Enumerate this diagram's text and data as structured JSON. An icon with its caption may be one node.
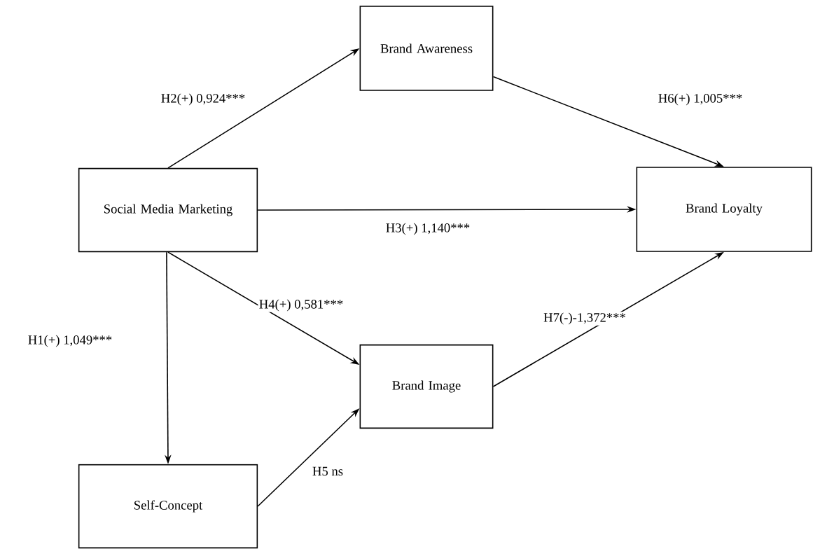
{
  "diagram": {
    "nodes": [
      {
        "text": [
          "Brand Awareness"
        ]
      },
      {
        "text": [
          "Social Media Marketing"
        ]
      },
      {
        "text": [
          "Brand Loyalty"
        ]
      },
      {
        "text": [
          "Brand Image"
        ]
      },
      {
        "text": [
          "Self-Concept"
        ]
      }
    ],
    "edges": [
      {
        "from": 1,
        "to": 0,
        "arrow": "to",
        "label": "H2(+) 0,924***"
      },
      {
        "from": 0,
        "to": 2,
        "arrow": "to",
        "label": "H6(+) 1,005***"
      },
      {
        "from": 1,
        "to": 2,
        "arrow": "to",
        "label": "H3(+) 1,140***"
      },
      {
        "from": 1,
        "to": 3,
        "arrow": "to",
        "label": "H4(+) 0,581***"
      },
      {
        "from": 1,
        "to": 4,
        "arrow": "to",
        "label": "H1(+) 1,049***"
      },
      {
        "from": 4,
        "to": 3,
        "arrow": "to",
        "label": "H5 ns"
      },
      {
        "from": 3,
        "to": 2,
        "arrow": "to",
        "label": "H7(-)-1,372***"
      }
    ]
  }
}
